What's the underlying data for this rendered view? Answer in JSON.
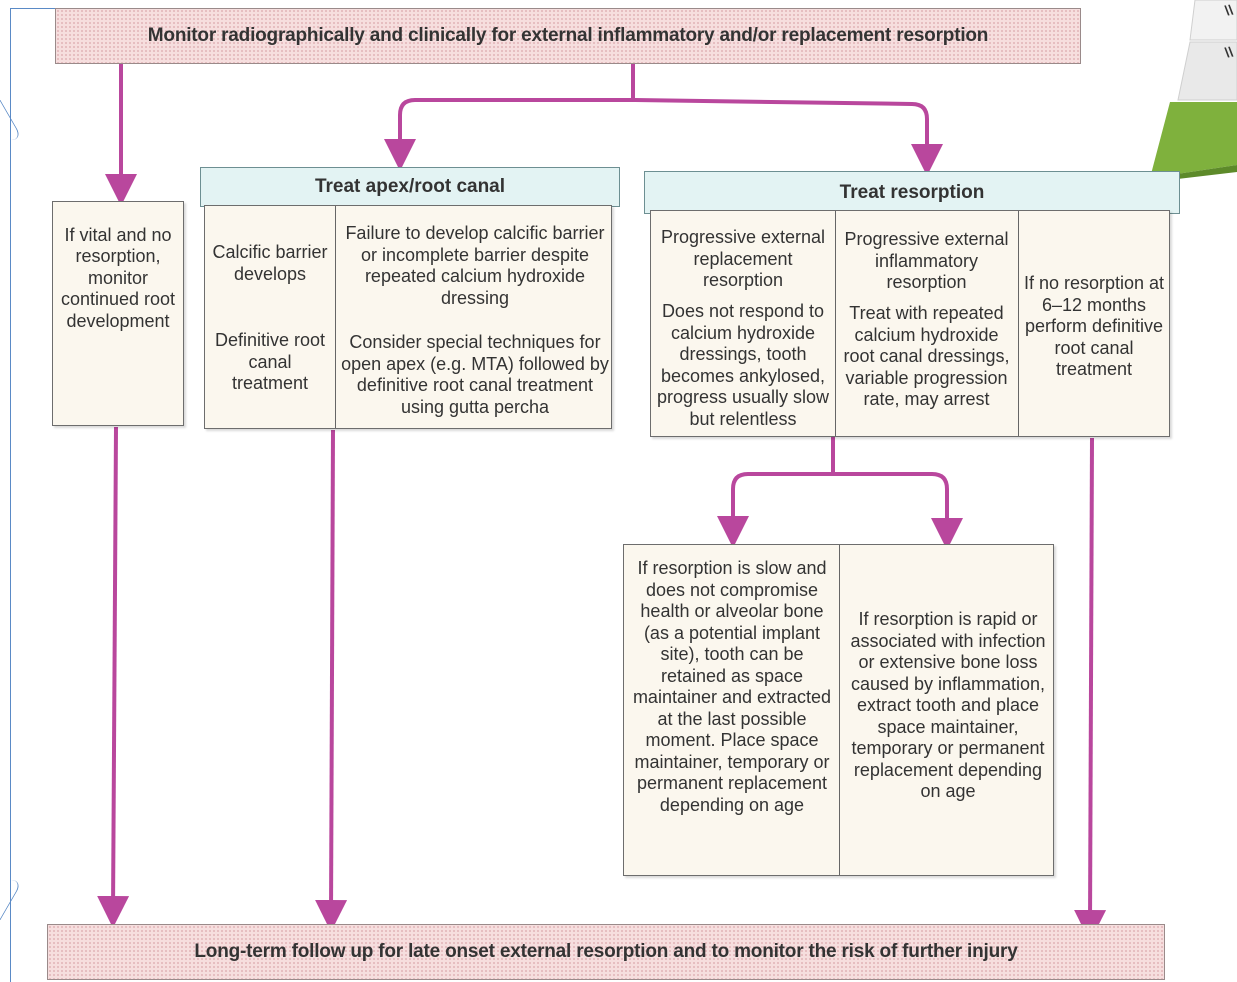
{
  "top_bar": "Monitor radiographically and clinically for external inflammatory and/or replacement resorption",
  "vital": "If vital and no resorption, monitor continued root development",
  "apex": {
    "header": "Treat apex/root canal",
    "col1_top": "Calcific barrier develops",
    "col1_bottom": "Definitive root canal treatment",
    "col2_top": "Failure to develop calcific barrier or incomplete barrier despite repeated calcium hydroxide dressing",
    "col2_bottom": "Consider special techniques for open apex (e.g. MTA) followed by definitive root canal treatment using gutta percha"
  },
  "resorption": {
    "header": "Treat resorption",
    "col1_title": "Progressive external replacement resorption",
    "col1_body": "Does not respond to calcium hydroxide dressings, tooth becomes ankylosed, progress usually slow but relentless",
    "col2_title": "Progressive external inflammatory resorption",
    "col2_body": "Treat with repeated calcium hydroxide root canal dressings, variable progression rate, may arrest",
    "col3": "If no resorption at 6–12 months perform definitive root canal treatment"
  },
  "outcomes": {
    "slow": "If resorption is slow and does not compromise health or alveolar bone (as a potential implant site), tooth can be retained as space maintainer and extracted at the last possible moment. Place space maintainer, temporary or permanent replacement depending on age",
    "rapid": "If resorption is rapid or associated with infection or extensive bone loss caused by inflammation, extract tooth and place space maintainer, temporary or permanent replacement depending on age"
  },
  "bottom_bar": "Long-term follow up for late onset external resorption and to monitor the risk of further injury",
  "corner_fragments": [
    "\\\\",
    "\\\\"
  ],
  "colors": {
    "arrow": "#b9479d",
    "bar": "#f6dede",
    "header": "#e3f3f3",
    "box": "#fbf7ee",
    "accent_green": "#7fb13d",
    "frame_blue": "#4a7bbd"
  }
}
